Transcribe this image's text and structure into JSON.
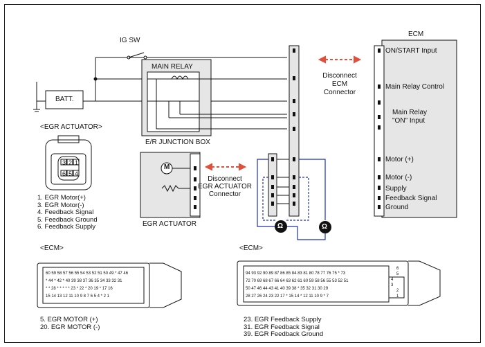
{
  "top": {
    "ig_sw": "IG SW",
    "main_relay": "MAIN RELAY",
    "batt": "BATT.",
    "er_junction_box": "E/R JUNCTION BOX",
    "egr_actuator_title": "<EGR ACTUATOR>",
    "egr_actuator_box": "EGR ACTUATOR",
    "disconnect_ecm": [
      "Disconnect",
      "ECM",
      "Connector"
    ],
    "disconnect_egr": [
      "Disconnect",
      "EGR ACTUATOR",
      "Connector"
    ],
    "ecm": "ECM",
    "ecm_pins": {
      "on_start": "ON/START Input",
      "main_relay_control": "Main Relay Control",
      "main_relay_on_1": "Main Relay",
      "main_relay_on_2": "\"ON\" Input",
      "motor_plus": "Motor (+)",
      "motor_minus": "Motor (-)",
      "supply": "Supply",
      "feedback_signal": "Feedback Signal",
      "ground": "Ground"
    },
    "ohm": "Ω",
    "actuator_pins": [
      "3",
      "2",
      "1",
      "6",
      "5",
      "4"
    ],
    "motor_symbol": "M",
    "actuator_list": [
      "1. EGR Motor(+)",
      "3. EGR Motor(-)",
      "4. Feedback Signal",
      "5. Feedback Ground",
      "6. Feedback Supply"
    ]
  },
  "bottom": {
    "ecm_left_title": "<ECM>",
    "ecm_right_title": "<ECM>",
    "left_rows": [
      "60 59 58 57 56 55 54 53 52 51  50  49  *  47  46",
      "*  44  *  42  *  40  39  38  37  36  35  34  33  32  31",
      "*  *  28  *  *  *  *  *  23  *  22  *  20  19  *  17  16",
      "15  14  13  12  11  10  9  8  7  6  5  4  *  2  1"
    ],
    "right_rows": [
      "94 93 92  90 89  87 86 85 84 83  81 80  78 77 76 75  *  73",
      "72  70 69 68 67 66  64 63 62 61 60 59 58  56  55  53 52 51",
      "50  47 46  44 43  41 40 39 38  *  35  32  31 30 29",
      "28 27 26  24 23 22  17  *  15  14  *  12  11  10  9  *  7"
    ],
    "right_side_pins": [
      "6",
      "5",
      "4",
      "3",
      "2",
      "1"
    ],
    "left_list": [
      "5. EGR MOTOR (+)",
      "20. EGR MOTOR (-)"
    ],
    "right_list": [
      "23. EGR Feedback Supply",
      "31. EGR Feedback Signal",
      "39. EGR Feedback Ground"
    ]
  }
}
